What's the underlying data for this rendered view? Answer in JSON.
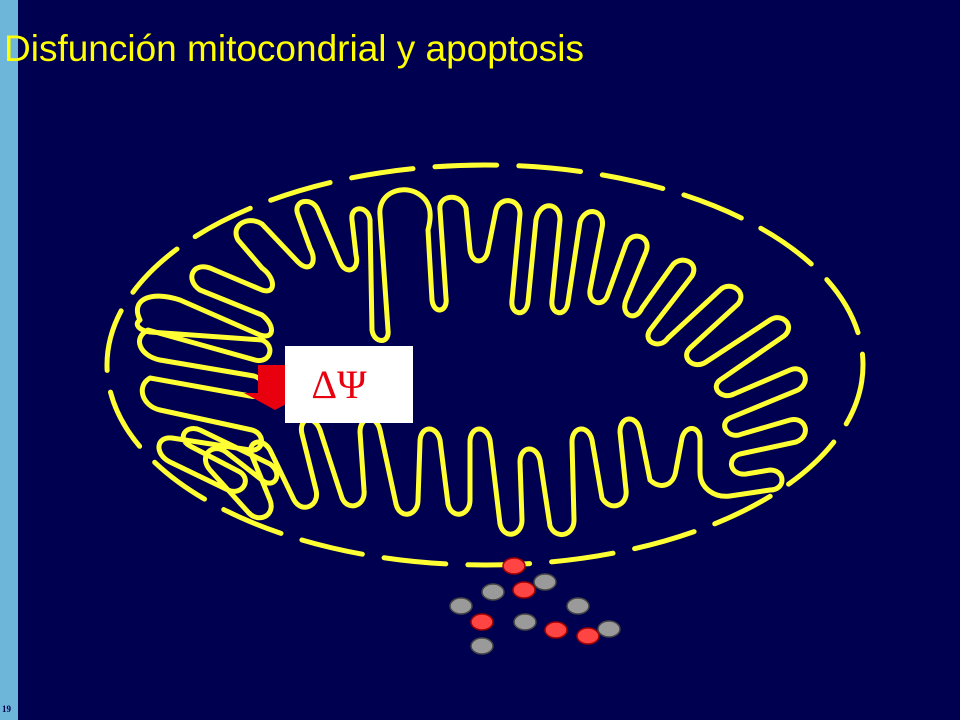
{
  "title": "Disfunción mitocondrial y apoptosis",
  "slide_number": "19",
  "membrane_potential_label": "ΔΨ",
  "icons": {
    "down_arrow": "red-down-arrow-icon"
  },
  "colors": {
    "background": "#000050",
    "title": "#ffff00",
    "membrane": "#ffff33",
    "accent_bar": "#6db6da",
    "arrow": "#e8000f",
    "molecule_red": "#ff4444",
    "molecule_gray": "#9a9a9a"
  },
  "molecules": [
    {
      "color": "red"
    },
    {
      "color": "gray"
    },
    {
      "color": "gray"
    },
    {
      "color": "red"
    },
    {
      "color": "gray"
    },
    {
      "color": "gray"
    },
    {
      "color": "red"
    },
    {
      "color": "gray"
    },
    {
      "color": "red"
    },
    {
      "color": "red"
    },
    {
      "color": "gray"
    },
    {
      "color": "gray"
    }
  ]
}
